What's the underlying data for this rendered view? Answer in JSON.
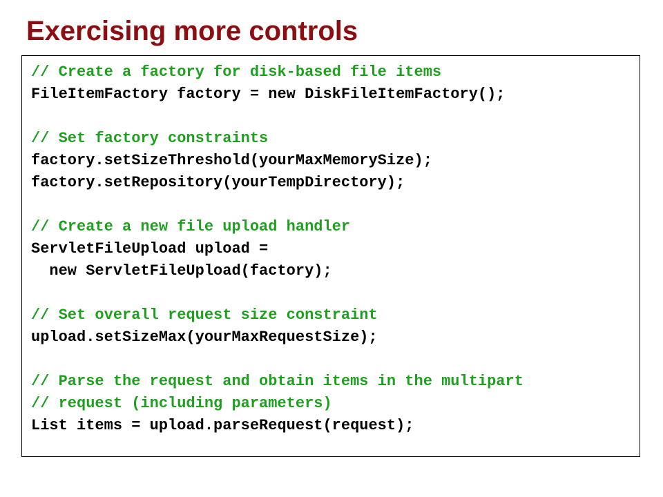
{
  "slide": {
    "title": "Exercising more controls",
    "title_color": "#8b0f12",
    "comment_color": "#1f9f1f",
    "code_lines": [
      {
        "text": "// Create a factory for disk-based file items",
        "kind": "comment"
      },
      {
        "text": "FileItemFactory factory = new DiskFileItemFactory();",
        "kind": "code"
      },
      {
        "text": "",
        "kind": "blank"
      },
      {
        "text": "// Set factory constraints",
        "kind": "comment"
      },
      {
        "text": "factory.setSizeThreshold(yourMaxMemorySize);",
        "kind": "code"
      },
      {
        "text": "factory.setRepository(yourTempDirectory);",
        "kind": "code"
      },
      {
        "text": "",
        "kind": "blank"
      },
      {
        "text": "// Create a new file upload handler",
        "kind": "comment"
      },
      {
        "text": "ServletFileUpload upload =",
        "kind": "code"
      },
      {
        "text": "  new ServletFileUpload(factory);",
        "kind": "code"
      },
      {
        "text": "",
        "kind": "blank"
      },
      {
        "text": "// Set overall request size constraint",
        "kind": "comment"
      },
      {
        "text": "upload.setSizeMax(yourMaxRequestSize);",
        "kind": "code"
      },
      {
        "text": "",
        "kind": "blank"
      },
      {
        "text": "// Parse the request and obtain items in the multipart",
        "kind": "comment"
      },
      {
        "text": "// request (including parameters)",
        "kind": "comment"
      },
      {
        "text": "List items = upload.parseRequest(request);",
        "kind": "code"
      }
    ]
  }
}
